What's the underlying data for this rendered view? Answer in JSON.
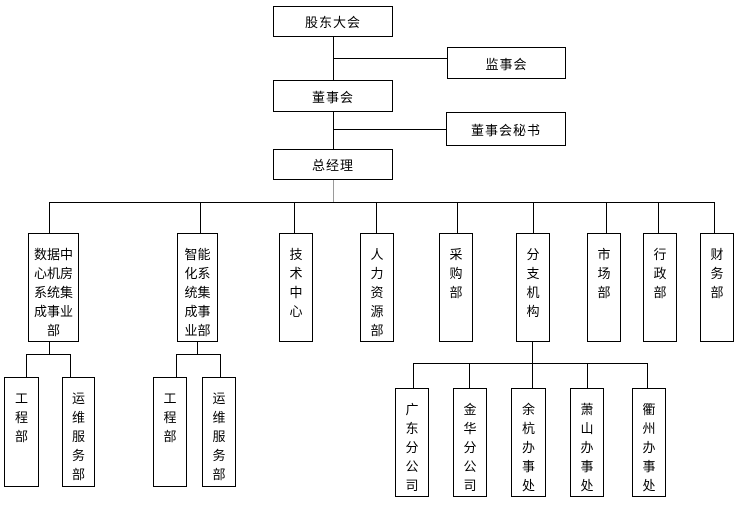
{
  "nodes": {
    "shareholders": {
      "label": "股东大会"
    },
    "supervisory": {
      "label": "监事会"
    },
    "board": {
      "label": "董事会"
    },
    "secretary": {
      "label": "董事会秘书"
    },
    "gm": {
      "label": "总经理"
    },
    "divisions": [
      {
        "label": "数据中心机房系统集成事业部"
      },
      {
        "label": "智能化系统集成事业部"
      },
      {
        "label": "技术中心"
      },
      {
        "label": "人力资源部"
      },
      {
        "label": "采购部"
      },
      {
        "label": "分支机构"
      },
      {
        "label": "市场部"
      },
      {
        "label": "行政部"
      },
      {
        "label": "财务部"
      }
    ],
    "datacenter_children": [
      {
        "label": "工程部"
      },
      {
        "label": "运维服务部"
      }
    ],
    "intelligent_children": [
      {
        "label": "工程部"
      },
      {
        "label": "运维服务部"
      }
    ],
    "branch_children": [
      {
        "label": "广东分公司"
      },
      {
        "label": "金华分公司"
      },
      {
        "label": "余杭办事处"
      },
      {
        "label": "萧山办事处"
      },
      {
        "label": "衢州办事处"
      }
    ]
  },
  "colors": {
    "line": "#000000",
    "trunk_gray": "#9a9a9a",
    "background": "#ffffff",
    "box_border": "#000000"
  }
}
